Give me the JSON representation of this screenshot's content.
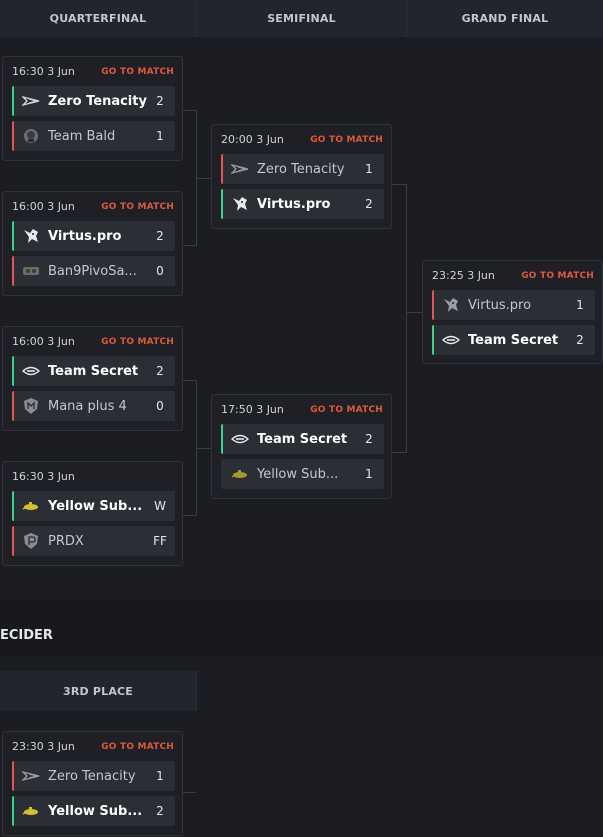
{
  "columns": [
    "QUARTERFINAL",
    "SEMIFINAL",
    "GRAND FINAL"
  ],
  "go_label": "GO TO MATCH",
  "decider": {
    "title": "ECIDER",
    "column": "3RD PLACE"
  },
  "colors": {
    "winner_stripe": "#3ed38a",
    "loser_stripe": "#e35657",
    "go_link": "#e0583b"
  },
  "matches": {
    "qf1": {
      "time": "16:30  3 Jun",
      "show_go": true,
      "teams": [
        {
          "name": "Zero Tenacity",
          "score": "2",
          "result": "win",
          "logo": "zero-tenacity-logo-icon"
        },
        {
          "name": "Team Bald",
          "score": "1",
          "result": "lose",
          "logo": "team-bald-logo-icon"
        }
      ]
    },
    "qf2": {
      "time": "16:00  3 Jun",
      "show_go": true,
      "teams": [
        {
          "name": "Virtus.pro",
          "score": "2",
          "result": "win",
          "logo": "virtus-pro-logo-icon"
        },
        {
          "name": "Ban9PivoSa...",
          "score": "0",
          "result": "lose",
          "logo": "ban9pivo-logo-icon"
        }
      ]
    },
    "qf3": {
      "time": "16:00  3 Jun",
      "show_go": true,
      "teams": [
        {
          "name": "Team Secret",
          "score": "2",
          "result": "win",
          "logo": "team-secret-logo-icon"
        },
        {
          "name": "Mana plus 4",
          "score": "0",
          "result": "lose",
          "logo": "mana-plus-logo-icon"
        }
      ]
    },
    "qf4": {
      "time": "16:30  3 Jun",
      "show_go": false,
      "teams": [
        {
          "name": "Yellow Sub...",
          "score": "W",
          "result": "win",
          "logo": "yellow-sub-logo-icon"
        },
        {
          "name": "PRDX",
          "score": "FF",
          "result": "lose",
          "logo": "prdx-logo-icon"
        }
      ]
    },
    "sf1": {
      "time": "20:00  3 Jun",
      "show_go": true,
      "teams": [
        {
          "name": "Zero Tenacity",
          "score": "1",
          "result": "lose",
          "logo": "zero-tenacity-logo-icon"
        },
        {
          "name": "Virtus.pro",
          "score": "2",
          "result": "win",
          "logo": "virtus-pro-logo-icon"
        }
      ]
    },
    "sf2": {
      "time": "17:50  3 Jun",
      "show_go": true,
      "teams": [
        {
          "name": "Team Secret",
          "score": "2",
          "result": "win",
          "logo": "team-secret-logo-icon"
        },
        {
          "name": "Yellow Sub...",
          "score": "1",
          "result": "lose",
          "logo": "yellow-sub-logo-icon"
        }
      ]
    },
    "gf": {
      "time": "23:25  3 Jun",
      "show_go": true,
      "teams": [
        {
          "name": "Virtus.pro",
          "score": "1",
          "result": "lose",
          "logo": "virtus-pro-logo-icon"
        },
        {
          "name": "Team Secret",
          "score": "2",
          "result": "win",
          "logo": "team-secret-logo-icon"
        }
      ]
    },
    "third": {
      "time": "23:30  3 Jun",
      "show_go": true,
      "teams": [
        {
          "name": "Zero Tenacity",
          "score": "1",
          "result": "lose",
          "logo": "zero-tenacity-logo-icon"
        },
        {
          "name": "Yellow Sub...",
          "score": "2",
          "result": "win",
          "logo": "yellow-sub-logo-icon"
        }
      ]
    }
  }
}
